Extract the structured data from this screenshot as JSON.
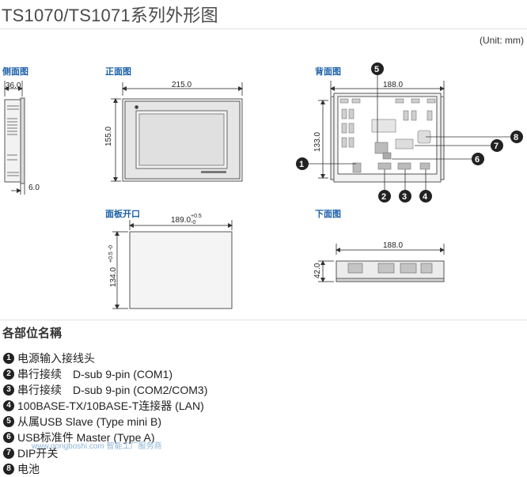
{
  "page": {
    "title": "TS1070/TS1071系列外形图",
    "unit": "(Unit: mm)"
  },
  "views": {
    "side": "侧面图",
    "front": "正面图",
    "back": "背面图",
    "cutout": "面板开口",
    "bottom": "下面图"
  },
  "dims": {
    "side_depth": "36.0",
    "side_small": "6.0",
    "front_width": "215.0",
    "front_height": "155.0",
    "back_width": "188.0",
    "back_height": "133.0",
    "cutout_width": "189.0",
    "cutout_width_tol_plus": "+0.5",
    "cutout_width_tol_minus": "-0",
    "cutout_height": "134.0",
    "cutout_height_tol": "+0.5 -0",
    "bottom_width": "188.0",
    "bottom_height": "42.0"
  },
  "parts_title": "各部位名稱",
  "parts": [
    {
      "n": "1",
      "text": "电源输入接线头"
    },
    {
      "n": "2",
      "text": "串行接续　D-sub 9-pin (COM1)"
    },
    {
      "n": "3",
      "text": "串行接续　D-sub 9-pin (COM2/COM3)"
    },
    {
      "n": "4",
      "text": "100BASE-TX/10BASE-T连接器 (LAN)"
    },
    {
      "n": "5",
      "text": "从属USB Slave (Type mini B)"
    },
    {
      "n": "6",
      "text": "USB标准件 Master (Type A)"
    },
    {
      "n": "7",
      "text": "DIP开关"
    },
    {
      "n": "8",
      "text": "电池"
    }
  ],
  "watermark": "www.gongboshi.com 智能工厂服务商"
}
